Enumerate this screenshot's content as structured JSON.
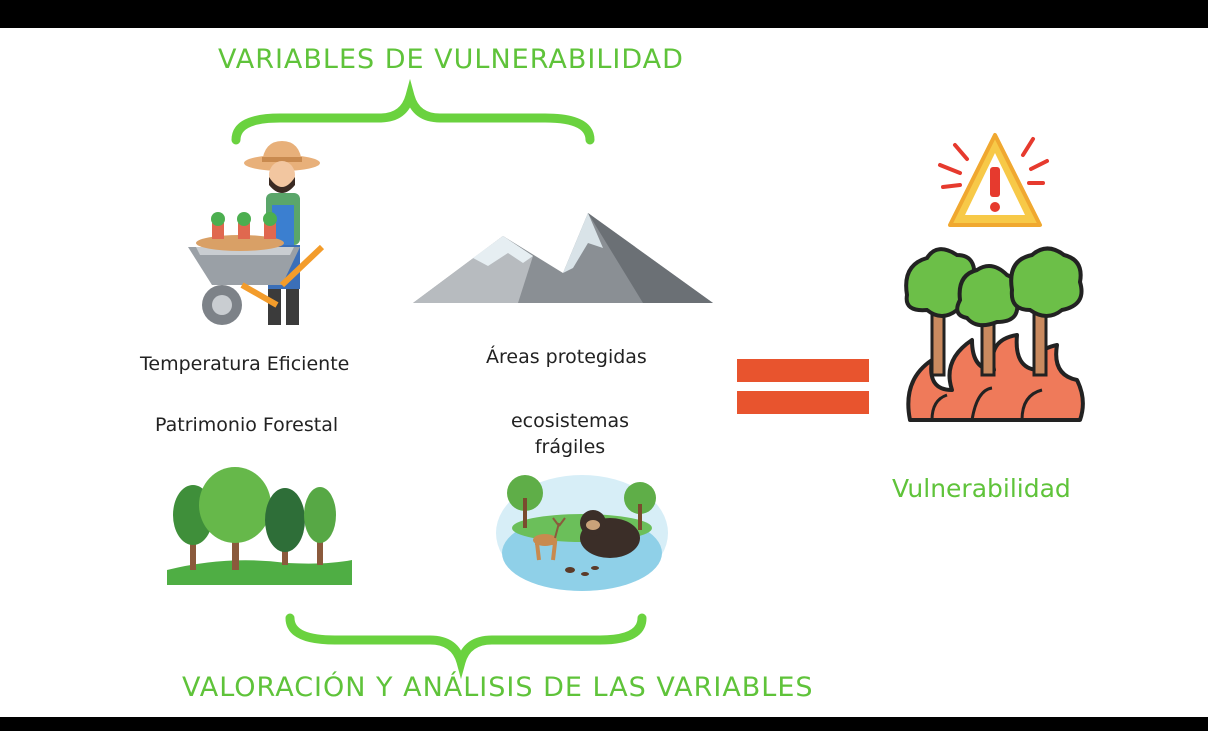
{
  "title_top": "VARIABLES DE VULNERABILIDAD",
  "title_bottom": "VALORACIÓN Y ANÁLISIS DE LAS VARIABLES",
  "labels": {
    "temperatura": "Temperatura Eficiente",
    "areas": "Áreas protegidas",
    "patrimonio": "Patrimonio Forestal",
    "ecosistemas_line1": "ecosistemas",
    "ecosistemas_line2": "frágiles",
    "result": "Vulnerabilidad"
  },
  "colors": {
    "accent_green": "#5fc33a",
    "equals_orange": "#e8542e",
    "warning_yellow": "#f7c948",
    "warning_red": "#e63a2e",
    "fire": "#ef7a5a"
  },
  "icons": [
    "farmer-icon",
    "mountain-icon",
    "forest-icon",
    "ecosystem-bear-icon",
    "equals-icon",
    "warning-icon",
    "burning-forest-icon"
  ]
}
